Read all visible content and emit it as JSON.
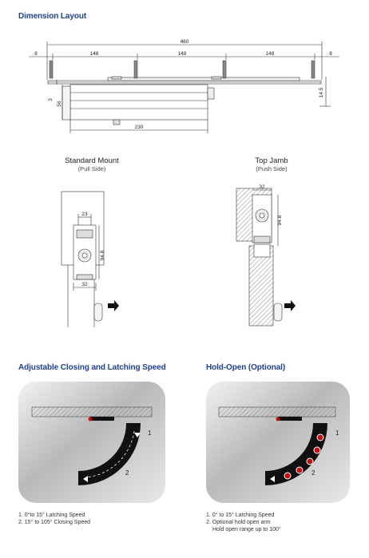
{
  "sections": {
    "dimension_layout": "Dimension Layout",
    "adjustable": "Adjustable Closing and Latching Speed",
    "hold_open": "Hold-Open (Optional)"
  },
  "dimensions": {
    "overall": "460",
    "left_margin": "8",
    "right_margin": "8",
    "spacing_1": "148",
    "spacing_2": "148",
    "spacing_3": "148",
    "track_height": "3",
    "body_height": "56",
    "right_offset": "14.5",
    "body_length": "230"
  },
  "mounts": {
    "standard": {
      "title": "Standard Mount",
      "subtitle": "(Pull Side)",
      "dim_top": "23",
      "dim_side": "94.8",
      "dim_bottom": "32"
    },
    "topjamb": {
      "title": "Top Jamb",
      "subtitle": "(Push Side)",
      "dim_top": "32",
      "dim_side": "94.8"
    }
  },
  "arc_labels": {
    "one": "1",
    "two": "2"
  },
  "notes": {
    "adjustable": [
      "1. 0°to 15° Latching Speed",
      "2. 15° to 105° Closing Speed"
    ],
    "hold_open": [
      "1. 0° to 15° Latching Speed",
      "2. Optional hold open arm",
      "Hold open range up to 100°"
    ]
  }
}
